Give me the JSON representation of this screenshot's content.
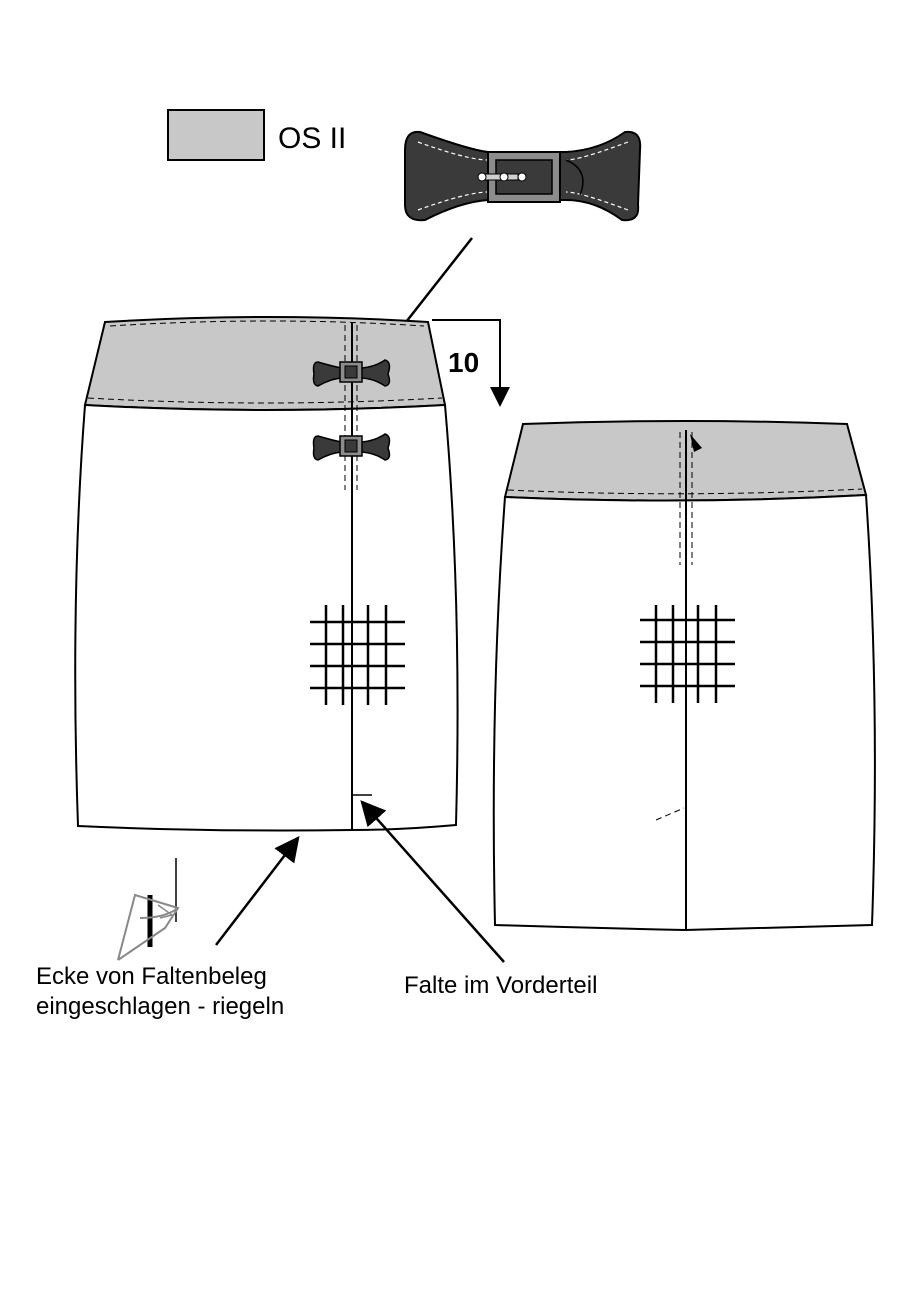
{
  "legend": {
    "swatch_color": "#c8c8c8",
    "label": "OS II"
  },
  "measurement": {
    "value": "10"
  },
  "annotations": {
    "corner_line1": "Ecke von Faltenbeleg",
    "corner_line2": "eingeschlagen - riegeln",
    "pleat": "Falte im Vorderteil"
  },
  "colors": {
    "waistband": "#c8c8c8",
    "buckle_body": "#3a3a3a",
    "buckle_frame": "#8c8c8c",
    "outline": "#000000"
  },
  "icons": [
    "belt-buckle-icon",
    "arrow-icon",
    "pleat-corner-icon"
  ]
}
